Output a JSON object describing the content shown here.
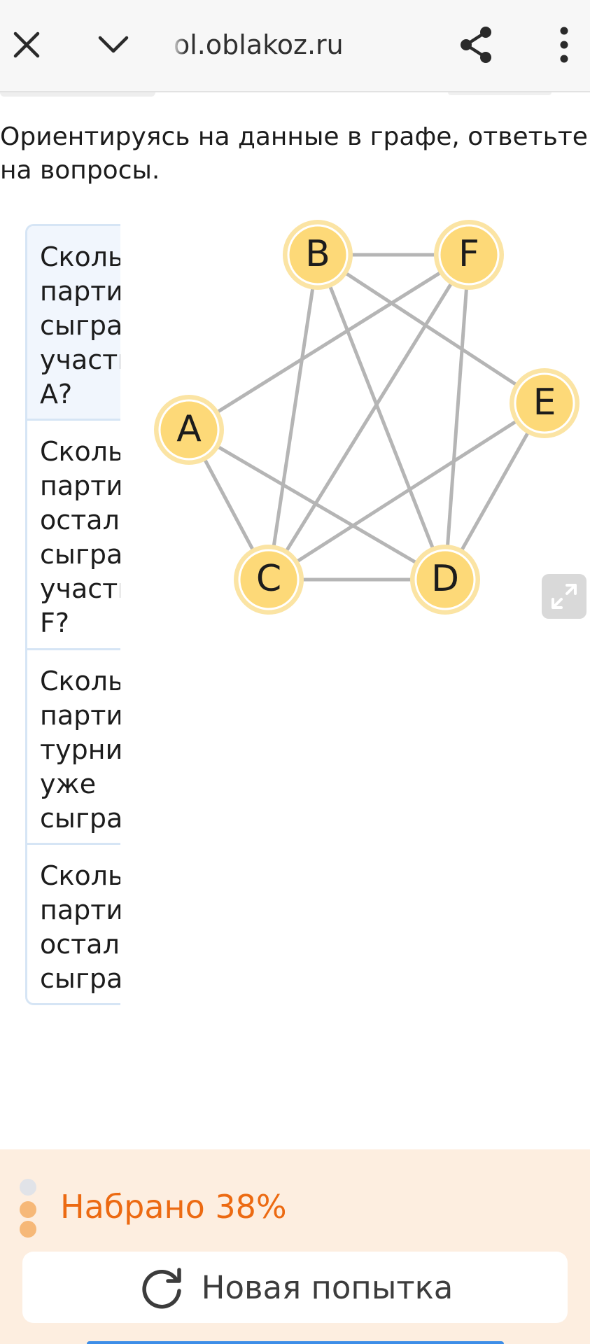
{
  "browser": {
    "url": "ol.oblakoz.ru",
    "icons": {
      "close": "close-icon",
      "chevron": "chevron-down-icon",
      "share": "share-icon",
      "more": "more-vert-icon"
    }
  },
  "question": {
    "prompt_lines": [
      "Ориентируясь на данные в графе, ответьте",
      "на вопросы."
    ]
  },
  "items": [
    {
      "lines": [
        "Сколь",
        "парти",
        "сыгра",
        "участн",
        "A?"
      ]
    },
    {
      "lines": [
        "Сколь",
        "парти",
        "остало",
        "сыгра",
        "участн",
        "F?"
      ]
    },
    {
      "lines": [
        "Сколь",
        "парти",
        "турни",
        "уже",
        "сыгра"
      ]
    },
    {
      "lines": [
        "Сколь",
        "парти",
        "остало",
        "сыгра"
      ]
    }
  ],
  "graph": {
    "nodes": [
      "A",
      "B",
      "C",
      "D",
      "E",
      "F"
    ],
    "edges": [
      [
        "B",
        "F"
      ],
      [
        "B",
        "C"
      ],
      [
        "B",
        "D"
      ],
      [
        "B",
        "E"
      ],
      [
        "F",
        "A"
      ],
      [
        "F",
        "C"
      ],
      [
        "F",
        "D"
      ],
      [
        "A",
        "C"
      ],
      [
        "A",
        "D"
      ],
      [
        "C",
        "D"
      ],
      [
        "C",
        "E"
      ],
      [
        "D",
        "E"
      ]
    ],
    "node_fill": "#fdd978",
    "node_ring": "#fbe4a4",
    "edge_color": "#b5b5b5"
  },
  "result": {
    "score_text": "Набрано 38%",
    "retry_label": "Новая попытка",
    "accent_color": "#ec6a12",
    "dot_colors": [
      "#e1e3e8",
      "#f6b878",
      "#f6b878"
    ]
  }
}
